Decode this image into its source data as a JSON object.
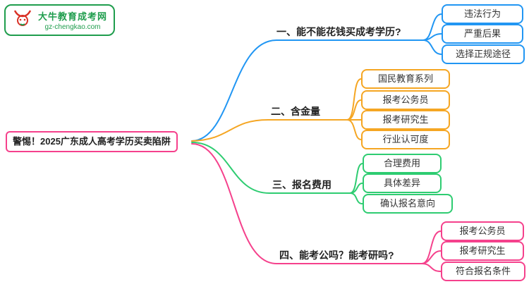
{
  "logo": {
    "brand": "大牛教育成考网",
    "domain": "gz-chengkao.com",
    "color": "#1f9d4d",
    "bull_color": "#d93025"
  },
  "root": {
    "label": "警惕！2025广东成人高考学历买卖陷阱",
    "color": "#f5418c"
  },
  "branches": [
    {
      "label": "一、能不能花钱买成考学历?",
      "color": "#2196f3",
      "children": [
        "违法行为",
        "严重后果",
        "选择正规途径"
      ]
    },
    {
      "label": "二、含金量",
      "color": "#f5a623",
      "children": [
        "国民教育系列",
        "报考公务员",
        "报考研究生",
        "行业认可度"
      ]
    },
    {
      "label": "三、报名费用",
      "color": "#2ecc71",
      "children": [
        "合理费用",
        "具体差异",
        "确认报名意向"
      ]
    },
    {
      "label": "四、能考公吗？能考研吗?",
      "color": "#f5418c",
      "children": [
        "报考公务员",
        "报考研究生",
        "符合报名条件"
      ]
    }
  ]
}
